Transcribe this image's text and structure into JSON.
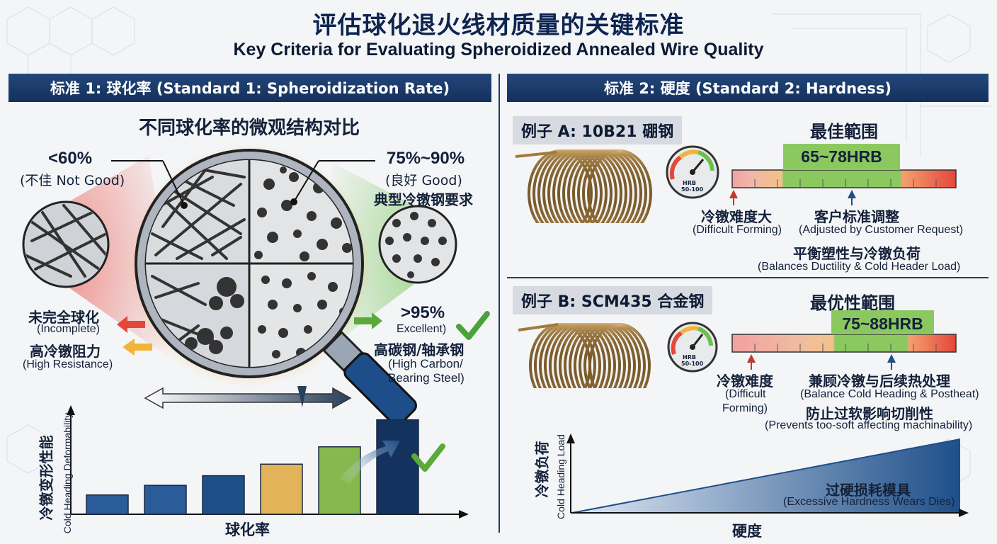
{
  "header": {
    "title_cn": "评估球化退火线材质量的关键标准",
    "title_en": "Key Criteria for Evaluating Spheroidized Annealed Wire Quality"
  },
  "left": {
    "band": "标准 1: 球化率 (Standard 1: Spheroidization Rate)",
    "subtitle": "不同球化率的微观结构对比",
    "lt60": {
      "value": "<60%",
      "label": "(不佳 Not Good)"
    },
    "mid": {
      "value": "75%~90%",
      "label": "(良好 Good)",
      "note": "典型冷镦钢要求"
    },
    "incomplete": {
      "cn": "未完全球化",
      "en": "(Incomplete)"
    },
    "high_res": {
      "cn": "高冷镦阻力",
      "en": "(High Resistance)"
    },
    "gt95": {
      "value": ">95%",
      "label": "Excellent)",
      "cn": "高碳钢/轴承钢",
      "en1": "(High Carbon/",
      "en2": "Bearing Steel)"
    },
    "chart": {
      "ylabel_cn": "冷镦变形性能",
      "ylabel_en": "Cold Heading Deformability",
      "xlabel": "球化率"
    }
  },
  "right": {
    "band": "标准 2: 硬度 (Standard 2: Hardness)",
    "ex_a": {
      "title": "例子 A: 10B21 硼钢",
      "range_title": "最佳範围",
      "range": "65~78HRB",
      "gauge_top": "HRB",
      "gauge_bottom": "50-100",
      "left_cn": "冷镦难度大",
      "left_en": "(Difficult Forming)",
      "mid_cn": "客户标准调整",
      "mid_en": "(Adjusted by Customer Request)",
      "bal_cn": "平衡塑性与冷镦负荷",
      "bal_en": "(Balances Ductility & Cold Header Load)"
    },
    "ex_b": {
      "title": "例子 B: SCM435 合金钢",
      "range_title": "最优性範围",
      "range": "75~88HRB",
      "gauge_top": "HRB",
      "gauge_bottom": "50-100",
      "left_cn": "冷镦难度",
      "left_en1": "(Difficult",
      "left_en2": "Forming)",
      "mid_cn": "兼顾冷镦与后续热处理",
      "mid_en": "(Balance Cold Heading & Postheat)",
      "soft_cn": "防止过软影响切削性",
      "soft_en": "(Prevents too-soft affecting machinability)"
    },
    "chart": {
      "ylabel_cn": "冷镦负荷",
      "ylabel_en": "Cold Heading Load",
      "xlabel": "硬度",
      "note_cn": "过硬损耗模具",
      "note_en": "(Excessive Hardness Wears Dies)"
    }
  },
  "chart_data": [
    {
      "type": "bar",
      "categories": [
        "",
        "",
        "",
        "",
        "",
        ""
      ],
      "values": [
        1,
        1.5,
        2,
        2.6,
        3.5,
        4.9
      ],
      "colors": [
        "#2a5c9a",
        "#2a5c9a",
        "#1e4f8a",
        "#e3b35a",
        "#86b850",
        "#13325e"
      ],
      "xlabel": "球化率",
      "ylabel": "冷镦变形性能 Cold Heading Deformability"
    },
    {
      "type": "area",
      "x": [
        0,
        1
      ],
      "y": [
        0,
        1
      ],
      "xlabel": "硬度",
      "ylabel": "冷镦负荷 Cold Heading Load"
    }
  ],
  "colors": {
    "navy": "#14305c",
    "green": "#86c35a",
    "red": "#e5483a",
    "amber": "#f0b43a"
  }
}
